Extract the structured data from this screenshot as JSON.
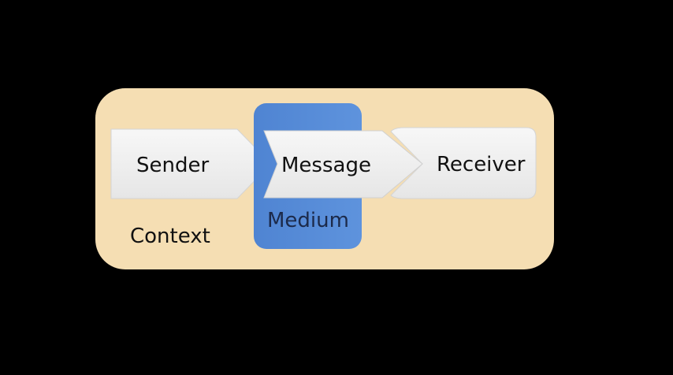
{
  "diagram": {
    "labels": {
      "sender": "Sender",
      "message": "Message",
      "receiver": "Receiver",
      "medium": "Medium",
      "context": "Context"
    },
    "colors": {
      "background": "#000000",
      "context": "#f5deb3",
      "medium": "#5b8dd6",
      "block": "#f2f2f2",
      "block_shadow": "#cfcfcf"
    }
  }
}
